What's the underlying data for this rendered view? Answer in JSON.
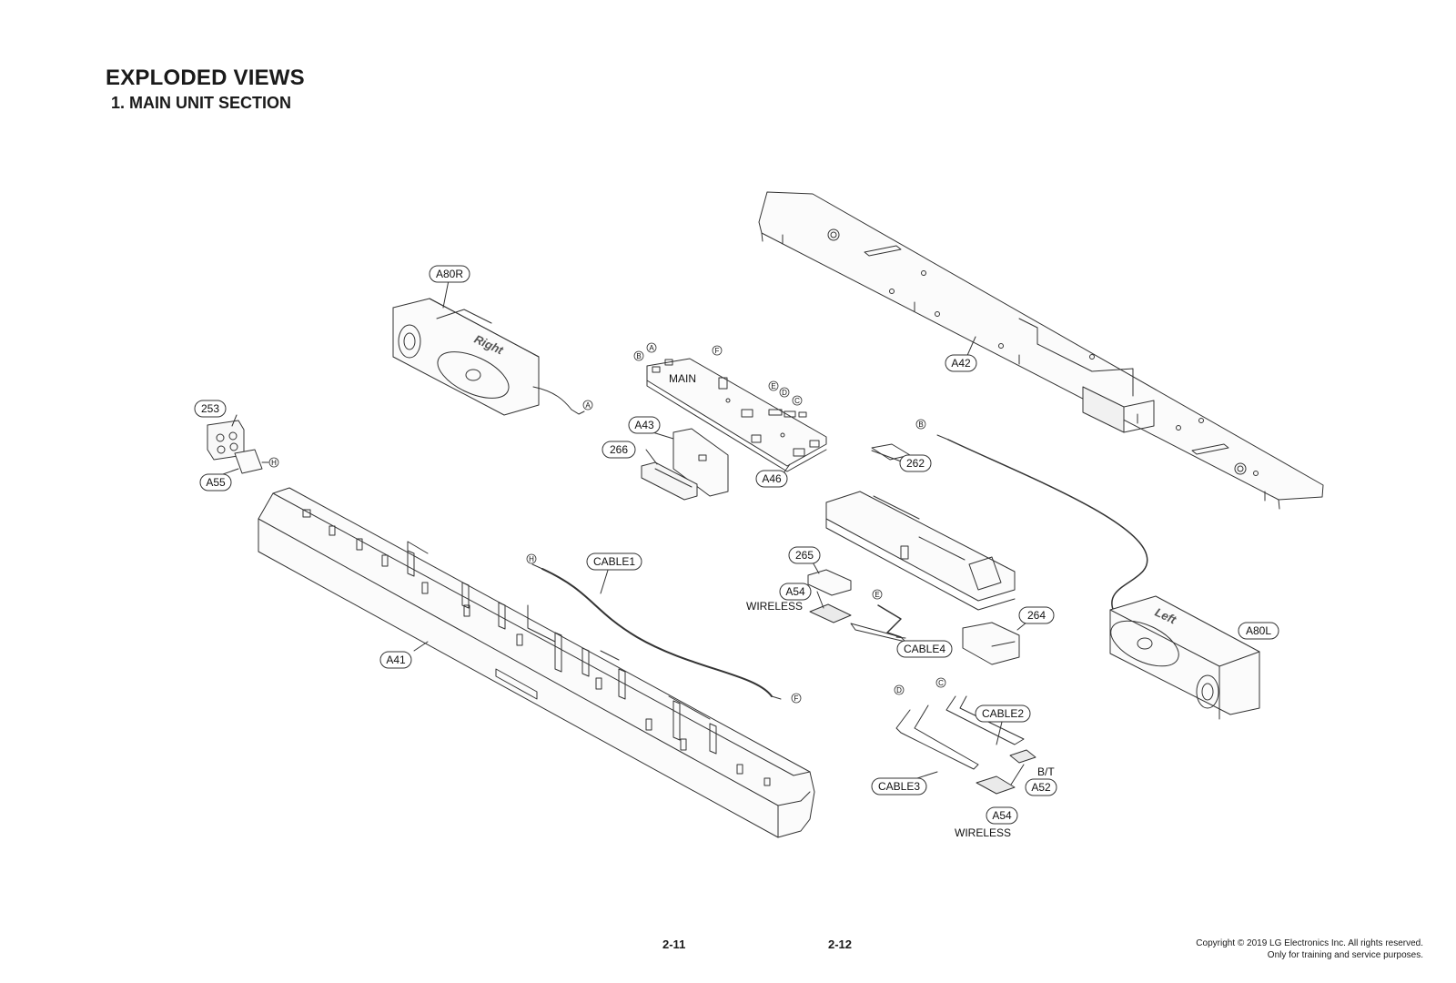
{
  "header": {
    "title": "EXPLODED VIEWS",
    "subtitle": "1. MAIN UNIT SECTION"
  },
  "part_labels": {
    "a80r": "A80R",
    "a80l": "A80L",
    "a42": "A42",
    "a43": "A43",
    "a46": "A46",
    "a41": "A41",
    "a55": "A55",
    "p253": "253",
    "p262": "262",
    "p264": "264",
    "p265": "265",
    "p266": "266",
    "a54_top": "A54",
    "a54_bottom": "A54",
    "a52": "A52",
    "cable1": "CABLE1",
    "cable2": "CABLE2",
    "cable3": "CABLE3",
    "cable4": "CABLE4"
  },
  "text_labels": {
    "main": "MAIN",
    "wireless_top": "WIRELESS",
    "wireless_bottom": "WIRELESS",
    "bt": "B/T",
    "speaker_right": "Right",
    "speaker_left": "Left"
  },
  "connector_refs": {
    "a_top": "A",
    "a_right": "A",
    "b_top": "B",
    "b_right": "B",
    "c_board": "C",
    "c_cable": "C",
    "d_board": "D",
    "d_cable": "D",
    "e_board": "E",
    "e_cable": "E",
    "f_board": "F",
    "f_cable": "F",
    "h_a55": "H",
    "h_cable": "H"
  },
  "footer": {
    "page_left": "2-11",
    "page_right": "2-12",
    "copyright_line1": "Copyright © 2019 LG Electronics Inc. All rights reserved.",
    "copyright_line2": "Only for training and service purposes."
  }
}
